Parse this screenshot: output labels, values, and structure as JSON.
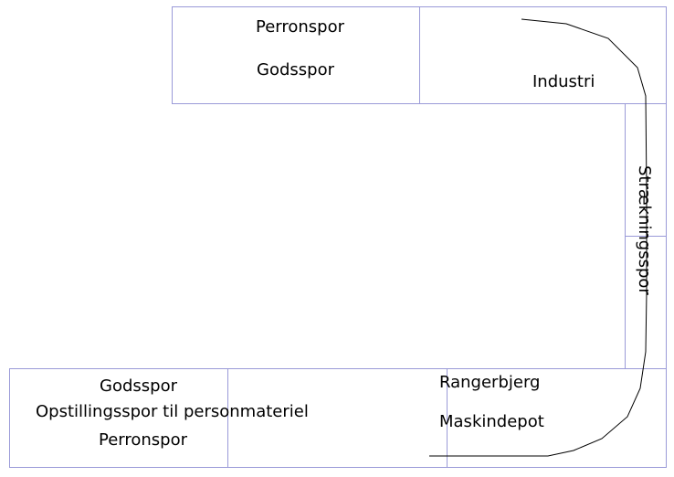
{
  "colors": {
    "module_border": "#9a9ad8",
    "track": "#000000",
    "background": "#ffffff",
    "text": "#000000"
  },
  "top_module": {
    "perronspor": "Perronspor",
    "godsspor": "Godsspor",
    "industri": "Industri"
  },
  "side_module": {
    "straekningsspor": "Strækningsspor"
  },
  "bottom_module": {
    "godsspor": "Godsspor",
    "opstillingsspor": "Opstillingsspor til personmateriel",
    "perronspor": "Perronspor",
    "rangerbjerg": "Rangerbjerg",
    "maskindepot": "Maskindepot"
  }
}
